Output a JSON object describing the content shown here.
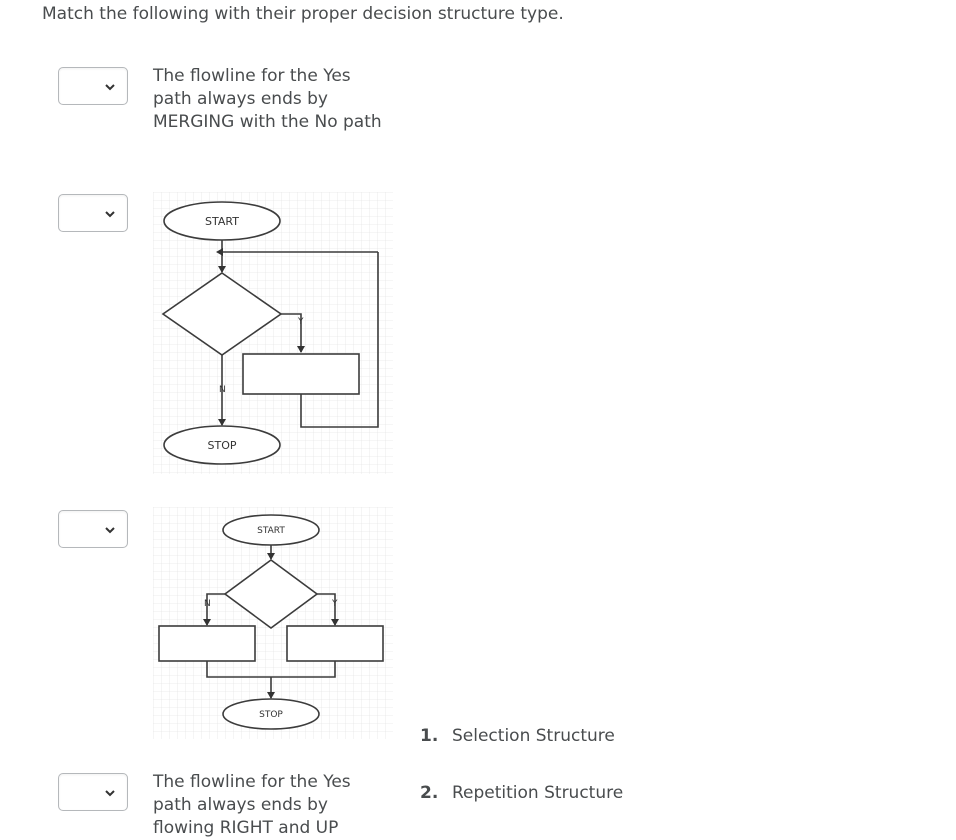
{
  "instruction": "Match the following with their proper decision structure type.",
  "prompts": [
    {
      "text": "The flowline for the Yes path always ends by MERGING with the No path"
    },
    {
      "type": "image",
      "labels": {
        "start": "START",
        "stop": "STOP",
        "yes": "Y",
        "no": "N"
      }
    },
    {
      "type": "image",
      "labels": {
        "start": "START",
        "stop": "STOP",
        "yes": "Y",
        "no": "N"
      }
    },
    {
      "text": "The flowline for the Yes path always ends by flowing RIGHT and UP"
    }
  ],
  "choices": [
    {
      "number": "1.",
      "label": "Selection Structure"
    },
    {
      "number": "2.",
      "label": "Repetition Structure"
    }
  ],
  "icons": {
    "dropdown": "chevron-down-icon"
  }
}
